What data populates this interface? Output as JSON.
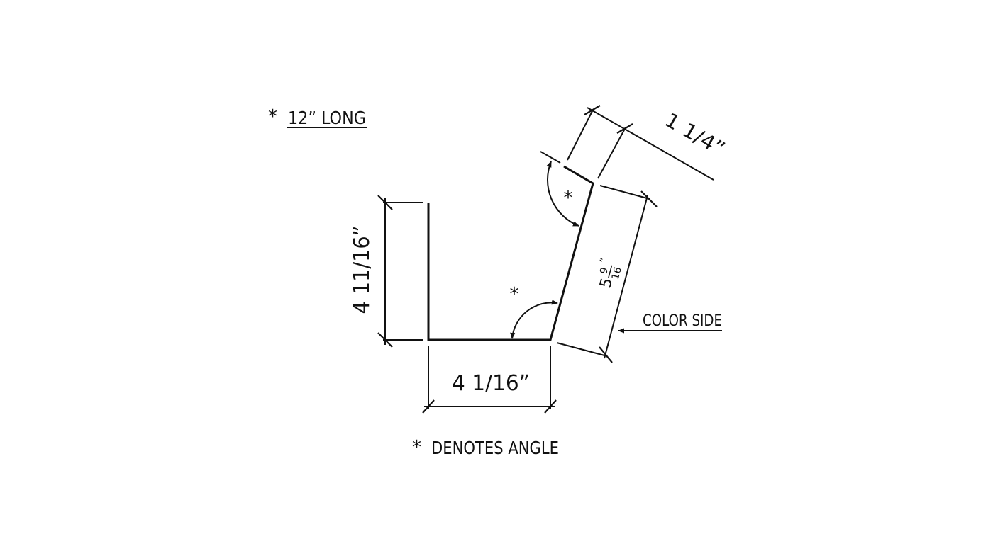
{
  "notes": {
    "length_marker": "*",
    "length": "12” LONG",
    "angle_marker": "*",
    "angle_note": "DENOTES ANGLE"
  },
  "dimensions": {
    "left_height": "4 11/16”",
    "bottom_width": "4 1/16”",
    "slope_whole": "5",
    "slope_num": "9",
    "slope_den": "16",
    "slope_inch": "”",
    "top_flange": "1 1/4”"
  },
  "angle_marks": {
    "upper": "*",
    "lower": "*"
  },
  "labels": {
    "color_side": "COLOR SIDE"
  },
  "colors": {
    "line": "#111111",
    "background": "#ffffff"
  }
}
